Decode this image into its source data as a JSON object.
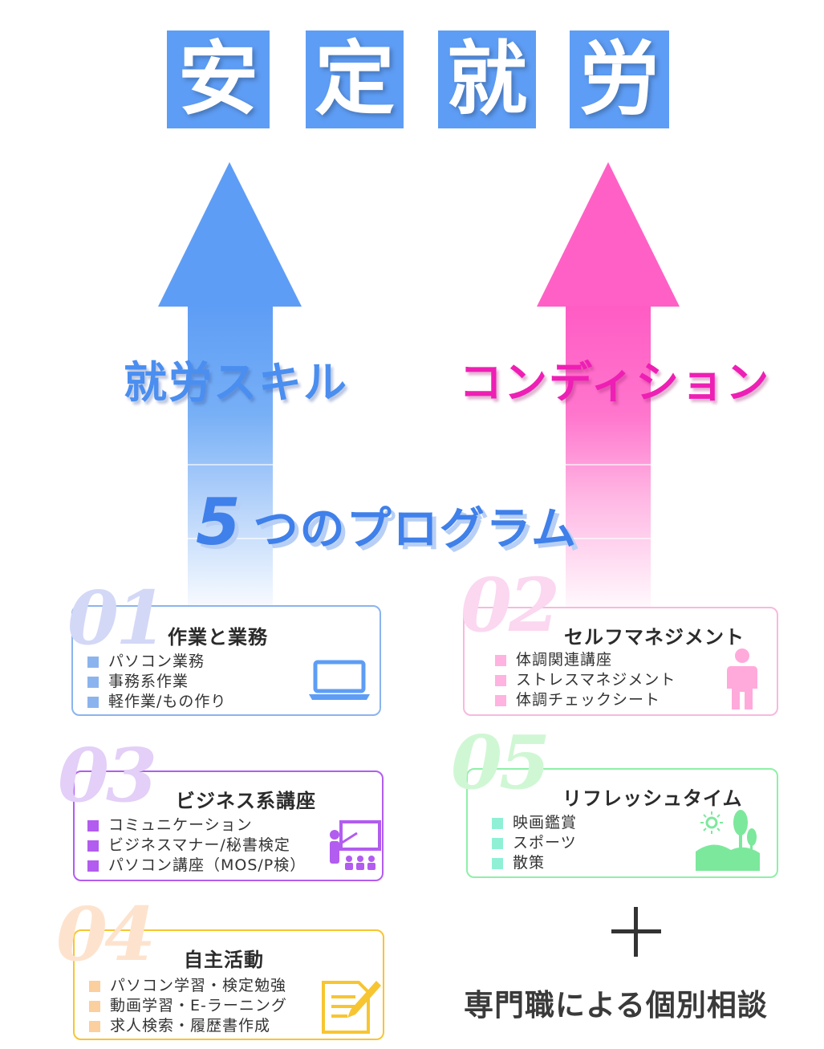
{
  "title": {
    "chars": [
      "安",
      "定",
      "就",
      "労"
    ]
  },
  "labels": {
    "skill": "就労スキル",
    "condition": "コンディション",
    "five_number": "5",
    "five_text": "つのプログラム"
  },
  "programs": [
    {
      "number": "01",
      "title": "作業と業務",
      "items": [
        "パソコン業務",
        "事務系作業",
        "軽作業/もの作り"
      ],
      "icon": "laptop-icon"
    },
    {
      "number": "02",
      "title": "セルフマネジメント",
      "items": [
        "体調関連講座",
        "ストレスマネジメント",
        "体調チェックシート"
      ],
      "icon": "person-icon"
    },
    {
      "number": "03",
      "title": "ビジネス系講座",
      "items": [
        "コミュニケーション",
        "ビジネスマナー/秘書検定",
        "パソコン講座（MOS/P検）"
      ],
      "icon": "lecture-icon"
    },
    {
      "number": "04",
      "title": "自主活動",
      "items": [
        "パソコン学習・検定勉強",
        "動画学習・E-ラーニング",
        "求人検索・履歴書作成"
      ],
      "icon": "document-pen-icon"
    },
    {
      "number": "05",
      "title": "リフレッシュタイム",
      "items": [
        "映画鑑賞",
        "スポーツ",
        "散策"
      ],
      "icon": "landscape-icon"
    }
  ],
  "plus": {
    "icon": "plus-icon"
  },
  "consultation": "専門職による個別相談",
  "colors": {
    "title_bg": "#5e9df5",
    "skill_arrow": "#5e9df5",
    "condition_arrow": "#ff60c6",
    "card_01": "#8bb4ee",
    "card_02": "#f7b9df",
    "card_03": "#b25cf0",
    "card_04": "#f7c531",
    "card_05": "#8ff0a8"
  }
}
